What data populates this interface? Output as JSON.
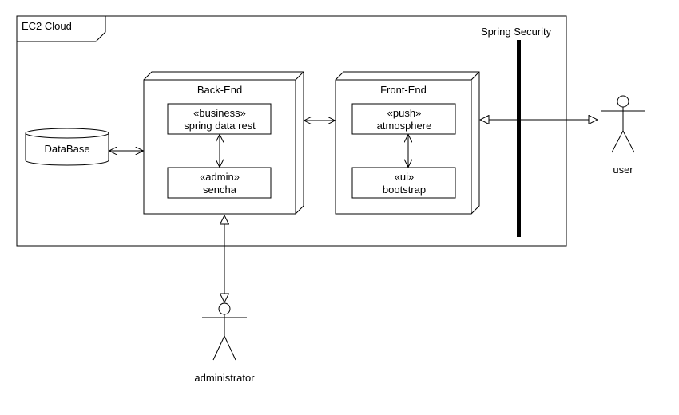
{
  "frame": {
    "label": "EC2 Cloud"
  },
  "security": {
    "label": "Spring Security"
  },
  "database": {
    "label": "DataBase"
  },
  "backend": {
    "title": "Back-End",
    "components": [
      {
        "stereotype": "«business»",
        "name": "spring data rest"
      },
      {
        "stereotype": "«admin»",
        "name": "sencha"
      }
    ]
  },
  "frontend": {
    "title": "Front-End",
    "components": [
      {
        "stereotype": "«push»",
        "name": "atmosphere"
      },
      {
        "stereotype": "«ui»",
        "name": "bootstrap"
      }
    ]
  },
  "actors": {
    "user": "user",
    "administrator": "administrator"
  }
}
